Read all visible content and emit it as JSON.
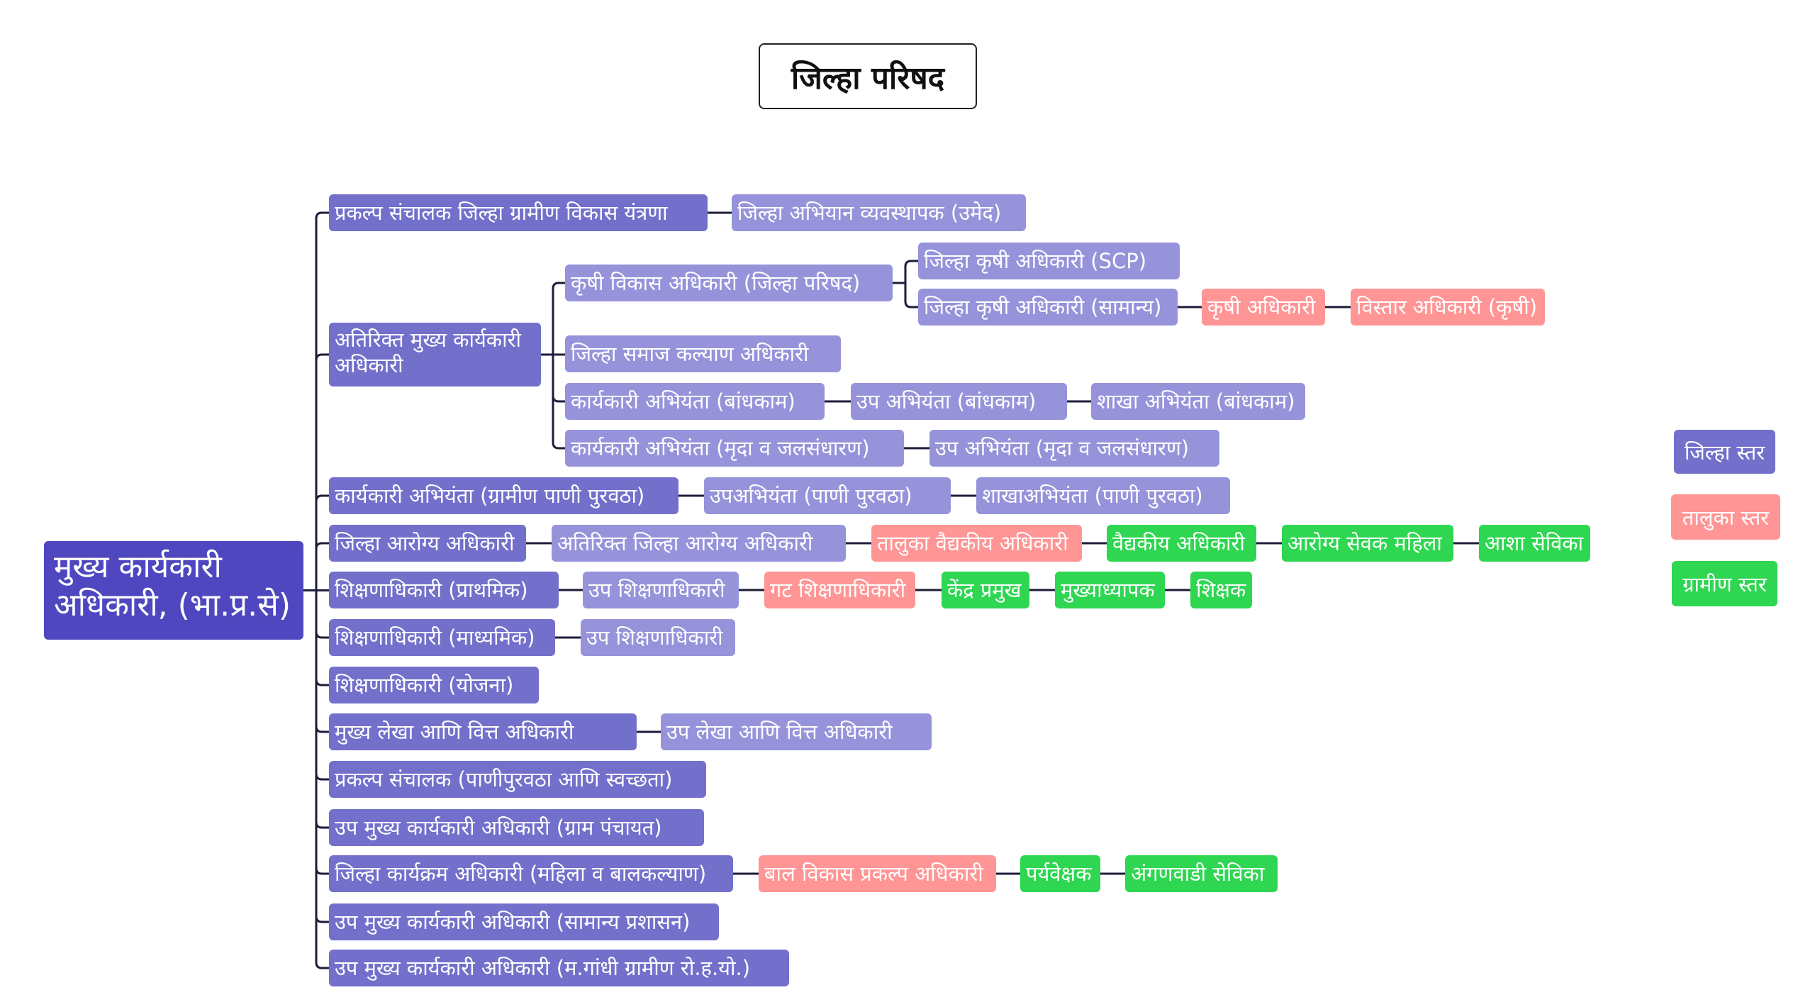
{
  "title": "जिल्हा परिषद",
  "root": "मुख्य कार्यकारी अधिकारी, (भा.प्र.से)",
  "nodes": {
    "a1": "प्रकल्प संचालक जिल्हा ग्रामीण विकास यंत्रणा",
    "a2": "जिल्हा अभियान व्यवस्थापक (उमेद)",
    "b1": "अतिरिक्त मुख्य कार्यकारी अधिकारी",
    "b2": "कृषी विकास अधिकारी (जिल्हा परिषद)",
    "b3": "जिल्हा कृषी अधिकारी (SCP)",
    "b4": "जिल्हा कृषी अधिकारी (सामान्य)",
    "b5": "कृषी अधिकारी",
    "b6": "विस्तार अधिकारी (कृषी)",
    "b7": "जिल्हा समाज कल्याण अधिकारी",
    "b8": "कार्यकारी अभियंता (बांधकाम)",
    "b9": "उप अभियंता (बांधकाम)",
    "b10": "शाखा अभियंता (बांधकाम)",
    "b11": "कार्यकारी अभियंता (मृदा व जलसंधारण)",
    "b12": "उप अभियंता (मृदा व जलसंधारण)",
    "c1": "कार्यकारी अभियंता (ग्रामीण पाणी पुरवठा)",
    "c2": "उपअभियंता (पाणी पुरवठा)",
    "c3": "शाखाअभियंता (पाणी पुरवठा)",
    "d1": "जिल्हा आरोग्य अधिकारी",
    "d2": "अतिरिक्त जिल्हा आरोग्य अधिकारी",
    "d3": "तालुका वैद्यकीय अधिकारी",
    "d4": "वैद्यकीय अधिकारी",
    "d5": "आरोग्य सेवक महिला",
    "d6": "आशा सेविका",
    "e1": "शिक्षणाधिकारी (प्राथमिक)",
    "e2": "उप शिक्षणाधिकारी",
    "e3": "गट शिक्षणाधिकारी",
    "e4": "केंद्र प्रमुख",
    "e5": "मुख्याध्यापक",
    "e6": "शिक्षक",
    "f1": "शिक्षणाधिकारी (माध्यमिक)",
    "f2": "उप शिक्षणाधिकारी",
    "g1": "शिक्षणाधिकारी (योजना)",
    "h1": "मुख्य लेखा आणि वित्त अधिकारी",
    "h2": "उप लेखा आणि वित्त अधिकारी",
    "i1": "प्रकल्प संचालक (पाणीपुरवठा आणि स्वच्छता)",
    "j1": "उप मुख्य कार्यकारी अधिकारी (ग्राम पंचायत)",
    "k1": "जिल्हा कार्यक्रम अधिकारी (महिला व बालकल्याण)",
    "k2": "बाल विकास प्रकल्प अधिकारी",
    "k3": "पर्यवेक्षक",
    "k4": "अंगणवाडी सेविका",
    "l1": "उप मुख्य कार्यकारी अधिकारी (सामान्य प्रशासन)",
    "m1": "उप मुख्य कार्यकारी अधिकारी (म.गांधी ग्रामीण रो.ह.यो.)"
  },
  "legend": {
    "district": "जिल्हा स्तर",
    "taluka": "तालुका स्तर",
    "rural": "ग्रामीण स्तर"
  },
  "colors": {
    "root": "#4f47bf",
    "level1": "#7370cb",
    "district": "#9693da",
    "taluka": "#ff9595",
    "rural": "#2ed651",
    "connector": "#1c1c3a"
  }
}
